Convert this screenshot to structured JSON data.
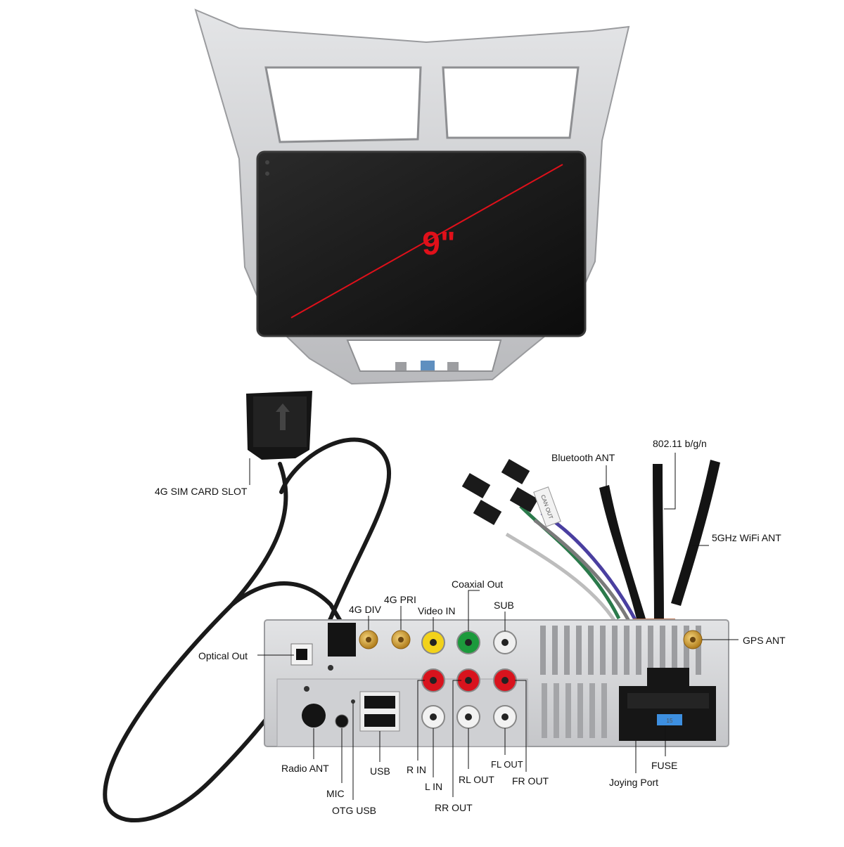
{
  "screen": {
    "size_label": "9\""
  },
  "labels": {
    "sim_slot": "4G SIM CARD SLOT",
    "bluetooth_ant": "Bluetooth ANT",
    "wifi_std": "802.11 b/g/n",
    "wifi_5ghz": "5GHz WiFi ANT",
    "gps_ant": "GPS ANT",
    "coaxial_out": "Coaxial Out",
    "g4_pri": "4G PRI",
    "g4_div": "4G DIV",
    "video_in": "Video IN",
    "sub": "SUB",
    "optical_out": "Optical Out",
    "radio_ant": "Radio ANT",
    "mic": "MIC",
    "otg_usb": "OTG USB",
    "usb": "USB",
    "r_in": "R IN",
    "l_in": "L IN",
    "rl_out": "RL OUT",
    "rr_out": "RR OUT",
    "fl_out": "FL OUT",
    "fr_out": "FR OUT",
    "fuse": "FUSE",
    "joying_port": "Joying Port"
  },
  "unit_markings": {
    "can_out": "CAN OUT",
    "fuse_value": "15"
  },
  "colors": {
    "accent_red": "#e0101a",
    "bezel_silver": "#c9cacc",
    "screen_black": "#151515",
    "chassis_gray": "#d6d7d9",
    "rca_red": "#d8131d",
    "rca_yellow": "#f2d21a",
    "rca_green": "#1c9a3c",
    "gold_connector": "#c8952a",
    "fuse_blue": "#3d8fe0"
  }
}
